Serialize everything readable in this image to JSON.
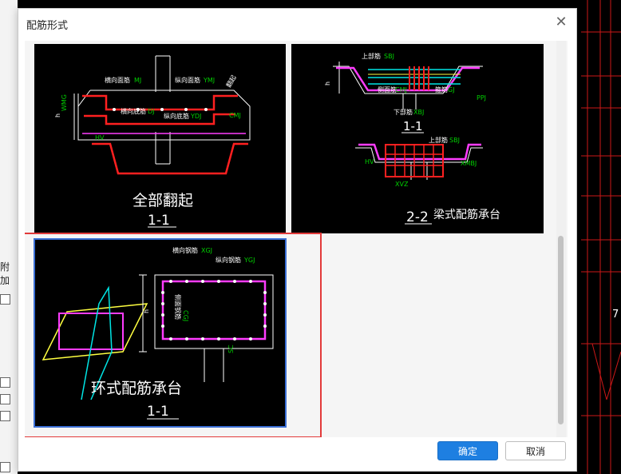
{
  "dialog": {
    "title": "配筋形式",
    "ok_label": "确定",
    "cancel_label": "取消",
    "close_glyph": "✕"
  },
  "left_panel": {
    "label": "附加"
  },
  "background": {
    "edge_label": "7"
  },
  "options": [
    {
      "title": "全部翻起",
      "section": "1-1",
      "labels": {
        "hj": "横向面筋",
        "hj_code": "MJ",
        "zm": "纵向面筋",
        "zm_code": "YMJ",
        "hd": "横向底筋",
        "hd_code": "DJ",
        "zd": "纵向底筋",
        "zd_code": "YDJ",
        "cmj": "CMJ",
        "wmg": "WMG",
        "yh": "HV",
        "fq": "翻起",
        "h": "h"
      },
      "selected": false
    },
    {
      "title": "梁式配筋承台",
      "section_a": "1-1",
      "section_b": "2-2",
      "labels": {
        "sb": "上部筋",
        "sb_code": "SBJ",
        "cm": "侧面筋",
        "cm_code": "CMJ",
        "xb": "下部筋",
        "xb_code": "XBJ",
        "gj": "箍筋",
        "gj_code": "GJ",
        "sb2": "上部筋",
        "sj": "SBJ",
        "xmbj": "XMBJ",
        "xvz": "XVZ",
        "ppj": "PPJ",
        "h": "h",
        "yh": "HV"
      },
      "selected": false
    },
    {
      "title": "环式配筋承台",
      "section": "1-1",
      "labels": {
        "hx": "横向钢筋",
        "hx_code": "XGJ",
        "zx": "纵向钢筋",
        "zx_code": "YGJ",
        "cm": "侧面钢筋",
        "cm_code": "CGJ",
        "sc": "SC",
        "h": "h"
      },
      "selected": true
    }
  ],
  "colors": {
    "accent": "#1e7fe1",
    "selection": "#e23a3a",
    "cad_red": "#ff2020",
    "cad_green": "#00d000",
    "cad_magenta": "#ff3cff",
    "cad_cyan": "#00e5e5",
    "cad_yellow": "#ffff40"
  }
}
